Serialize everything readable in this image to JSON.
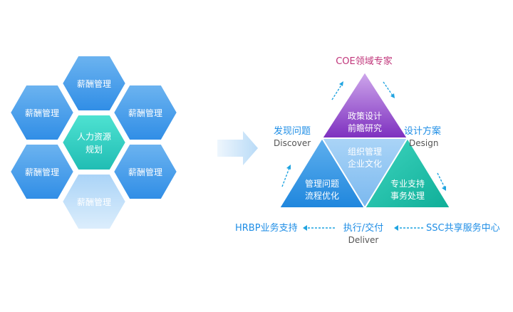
{
  "hex_cluster": {
    "center": {
      "line1": "人力资源",
      "line2": "规划"
    },
    "petals": [
      "薪酬管理",
      "薪酬管理",
      "薪酬管理",
      "薪酬管理",
      "薪酬管理",
      "薪酬管理"
    ]
  },
  "triangle": {
    "top": {
      "line1": "政策设计",
      "line2": "前瞻研究"
    },
    "middle": {
      "line1": "组织管理",
      "line2": "企业文化"
    },
    "left": {
      "line1": "管理问题",
      "line2": "流程优化"
    },
    "right": {
      "line1": "专业支持",
      "line2": "事务处理"
    }
  },
  "labels": {
    "coe": "COE领域专家",
    "discover_cn": "发现问题",
    "discover_en": "Discover",
    "design_cn": "设计方案",
    "design_en": "Design",
    "deliver_cn": "执行/交付",
    "deliver_en": "Deliver",
    "hrbp": "HRBP业务支持",
    "ssc": "SSC共享服务中心"
  },
  "colors": {
    "hex_blue": "#3d97e8",
    "hex_center": "#2ed1c2",
    "tri_top": "#8e3fc9",
    "tri_left": "#2f95e3",
    "tri_right": "#18bfa9",
    "tri_middle": "#8cc4f3",
    "coe_text": "#c0357a",
    "label_blue": "#1f8ee6",
    "en_text": "#555555"
  }
}
